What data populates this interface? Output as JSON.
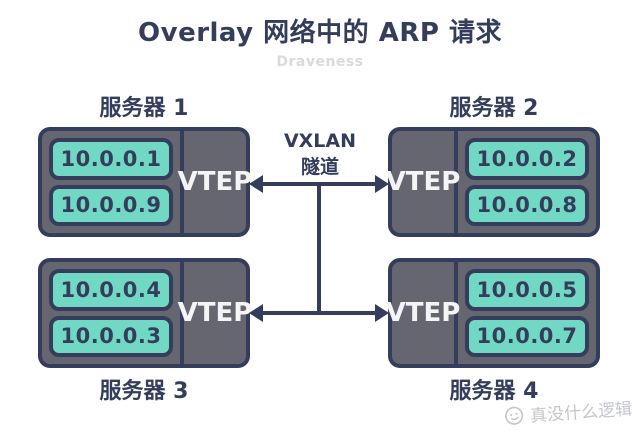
{
  "title": "Overlay 网络中的 ARP 请求",
  "subtitle": "Draveness",
  "tunnel": {
    "line1": "VXLAN",
    "line2": "隧道"
  },
  "servers": [
    {
      "name": "服务器 1",
      "vtep": "VTEP",
      "vtep_side": "right",
      "label_position": "above",
      "ips": [
        "10.0.0.1",
        "10.0.0.9"
      ]
    },
    {
      "name": "服务器 2",
      "vtep": "VTEP",
      "vtep_side": "left",
      "label_position": "above",
      "ips": [
        "10.0.0.2",
        "10.0.0.8"
      ]
    },
    {
      "name": "服务器 3",
      "vtep": "VTEP",
      "vtep_side": "right",
      "label_position": "below",
      "ips": [
        "10.0.0.4",
        "10.0.0.3"
      ]
    },
    {
      "name": "服务器 4",
      "vtep": "VTEP",
      "vtep_side": "left",
      "label_position": "below",
      "ips": [
        "10.0.0.5",
        "10.0.0.7"
      ]
    }
  ],
  "watermark": {
    "text": "真没什么逻辑",
    "icon": "smiley-face-icon"
  },
  "colors": {
    "navy": "#343e5c",
    "box_gray": "#666670",
    "teal": "#71d8c3",
    "vtep_text": "#f4f4f6",
    "subtitle_gray": "#d9d9df",
    "watermark_gray": "#c4c7ce",
    "background": "#ffffff"
  }
}
